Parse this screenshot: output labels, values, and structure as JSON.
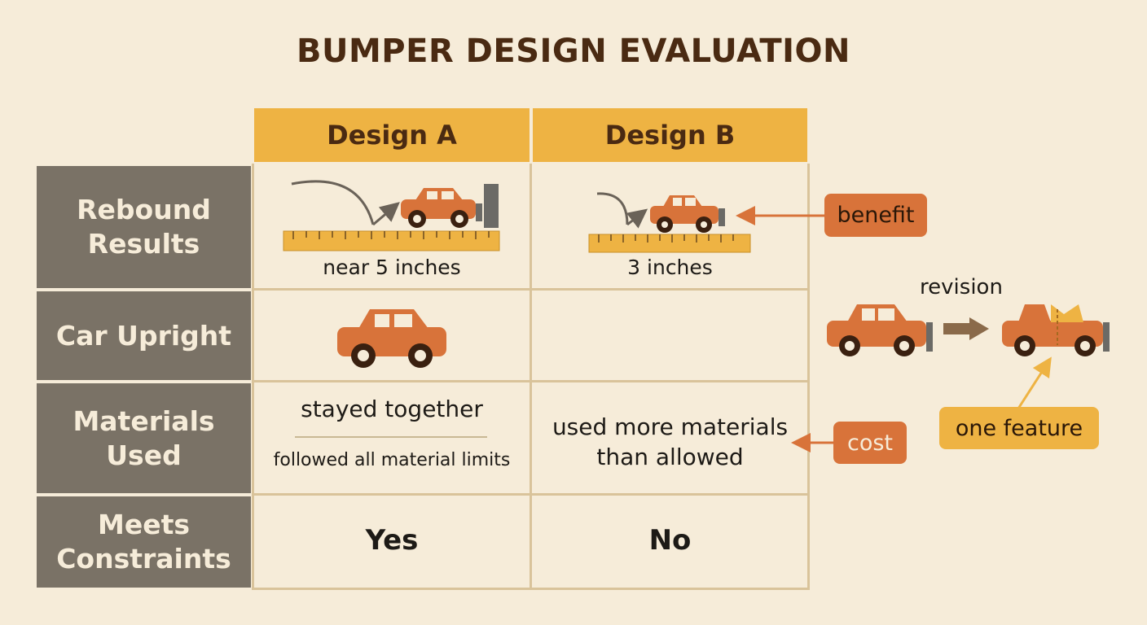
{
  "title": "BUMPER DESIGN EVALUATION",
  "columns": [
    "Design A",
    "Design B"
  ],
  "rows": {
    "rebound": "Rebound Results",
    "upright": "Car Upright",
    "materials": "Materials Used",
    "constraints": "Meets Constraints"
  },
  "cells": {
    "rebound_a": "near 5 inches",
    "rebound_b": "3 inches",
    "materials_a_top": "stayed together",
    "materials_a_bottom": "followed all material limits",
    "materials_b": "used more materials than allowed",
    "constraints_a": "Yes",
    "constraints_b": "No"
  },
  "callouts": {
    "benefit": "benefit",
    "cost": "cost",
    "revision": "revision",
    "one_feature": "one feature"
  },
  "colors": {
    "accent_orange": "#d8733a",
    "header_gold": "#eeb343",
    "row_gray": "#7a7266",
    "background": "#f6ecd9"
  }
}
